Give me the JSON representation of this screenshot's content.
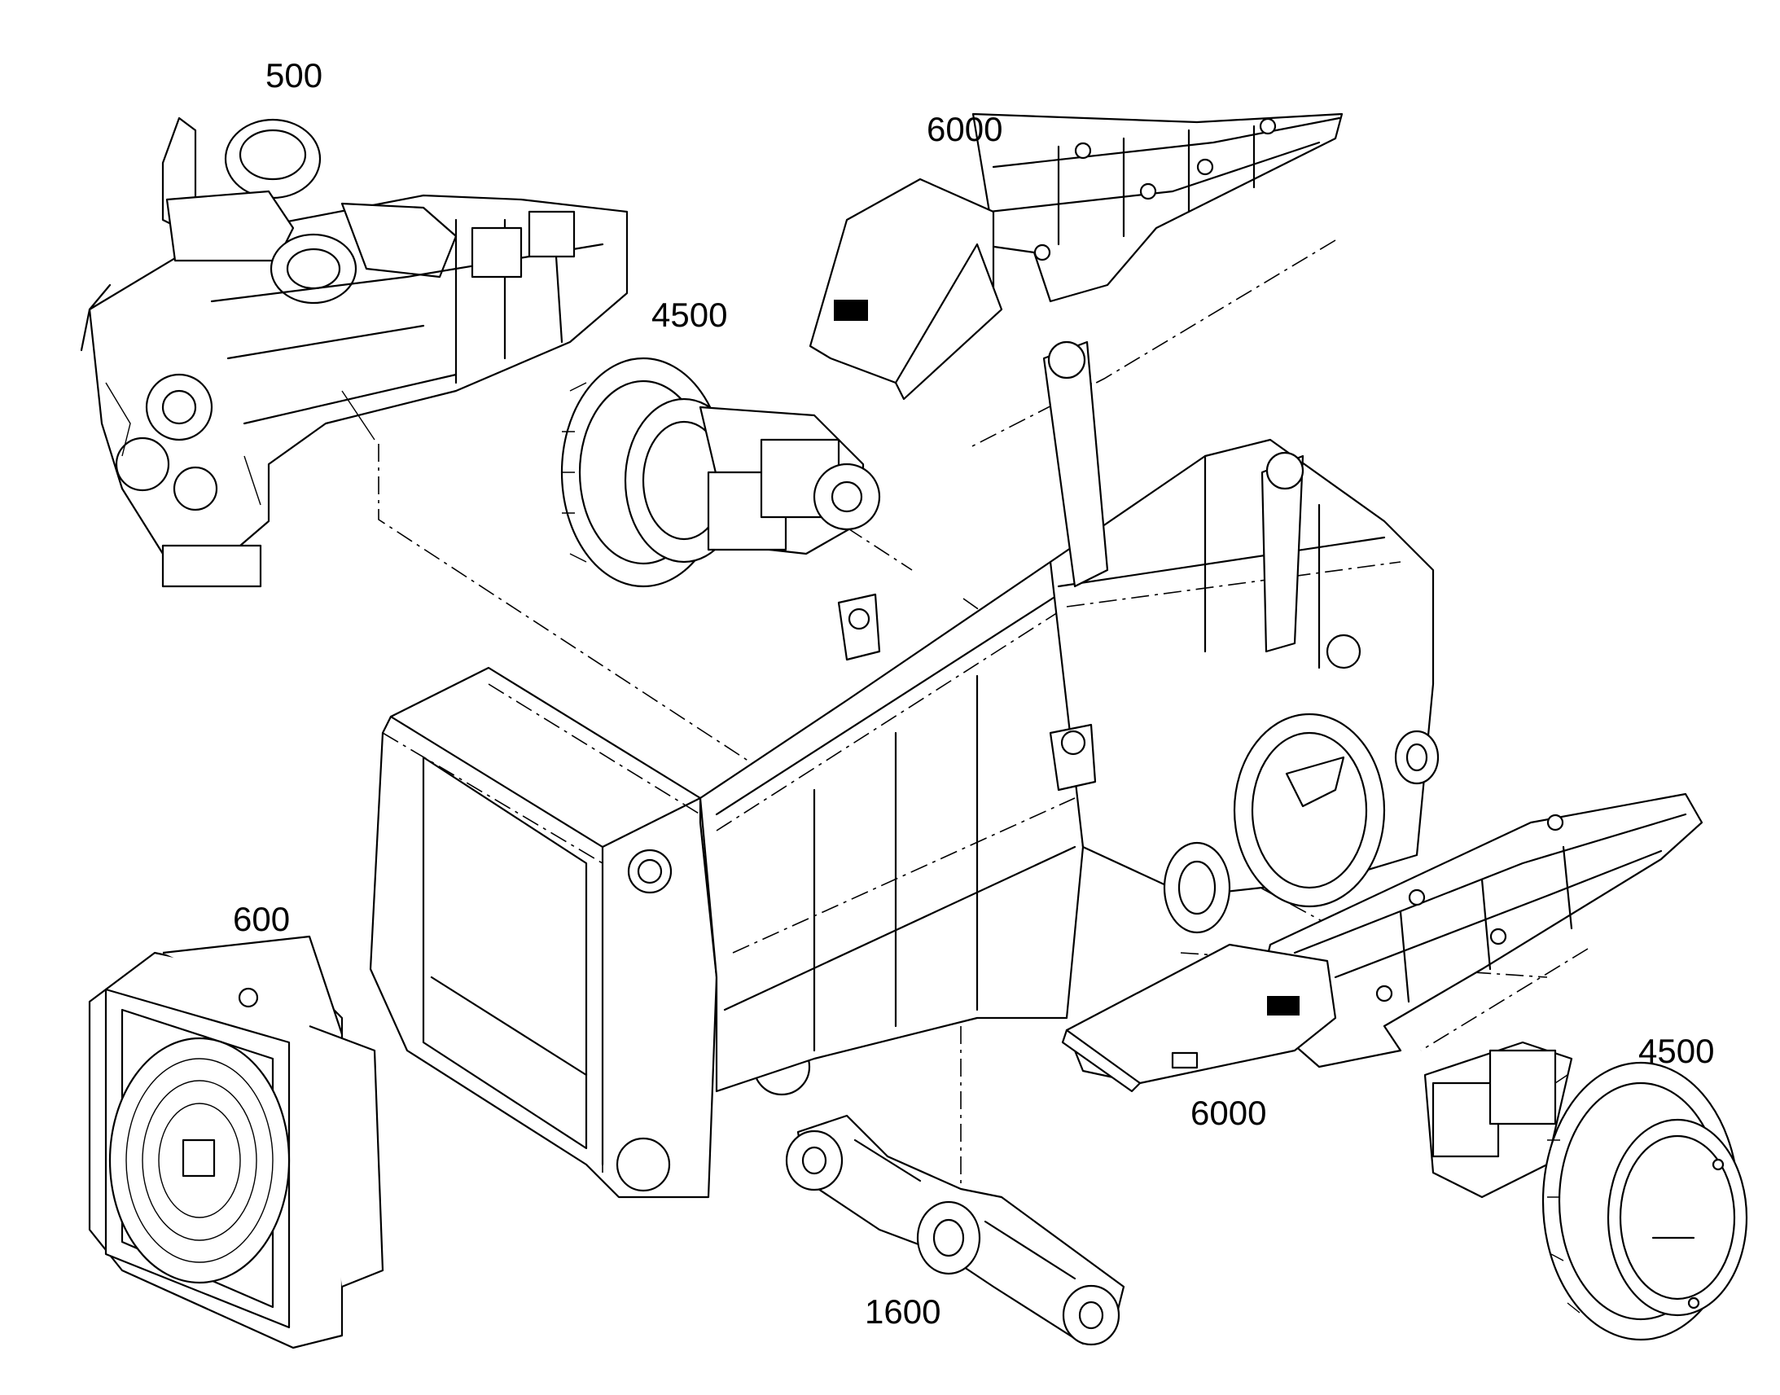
{
  "callouts": {
    "engine": "500",
    "cooler": "600",
    "oscillating_axle": "1600",
    "travel_drive_top": "4500",
    "travel_drive_bottom": "4500",
    "tank_frame_top": "6000",
    "tank_frame_bottom": "6000"
  }
}
